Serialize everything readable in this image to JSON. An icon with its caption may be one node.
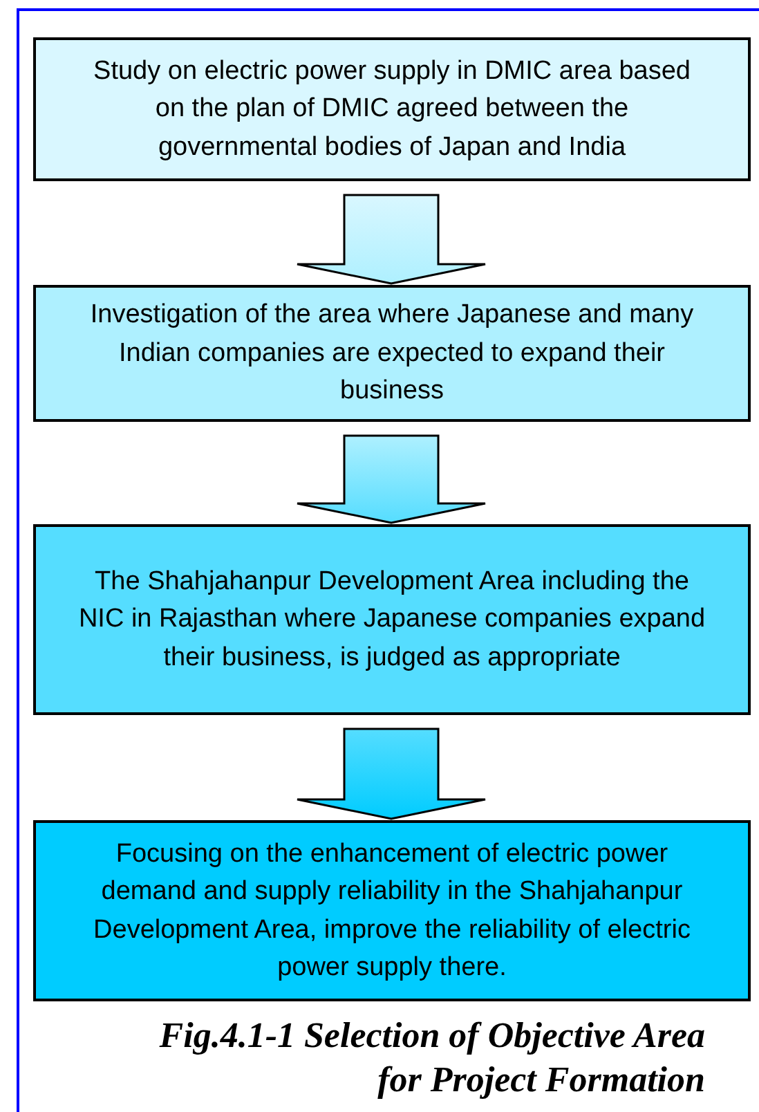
{
  "diagram": {
    "caption": "Fig.4.1-1 Selection of Objective Area for Project Formation",
    "nodes": [
      {
        "text": [
          "Study on electric power supply in DMIC area based on the plan of DMIC agreed between the governmental bodies of Japan and India"
        ]
      },
      {
        "text": [
          "Investigation of the area where Japanese and many Indian companies are expected to expand their business"
        ]
      },
      {
        "text": [
          "The Shahjahanpur Development Area including the NIC in Rajasthan where Japanese companies expand their business, is judged as appropriate"
        ]
      },
      {
        "text": [
          "Focusing on the enhancement of electric power demand and supply reliability in the Shahjahanpur Development Area, improve the reliability of electric power supply there."
        ]
      }
    ],
    "edges": [
      {
        "from": 0,
        "to": 1,
        "arrow": "to"
      },
      {
        "from": 1,
        "to": 2,
        "arrow": "to"
      },
      {
        "from": 2,
        "to": 3,
        "arrow": "to"
      }
    ]
  }
}
